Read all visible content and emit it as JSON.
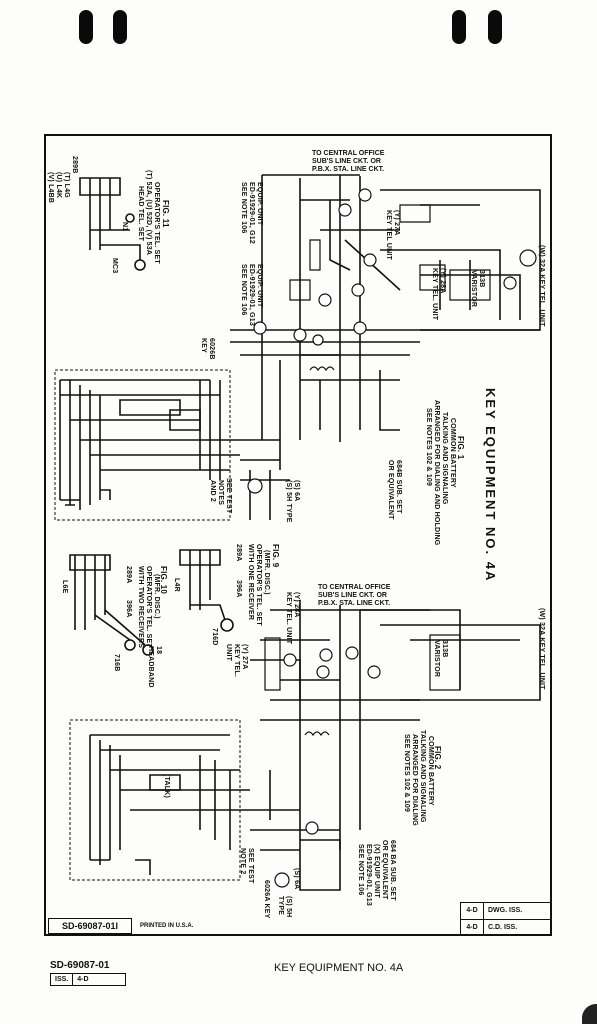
{
  "title": "KEY EQUIPMENT NO. 4A",
  "fig1": {
    "label": "FIG. 1",
    "desc": [
      "COMMON BATTERY",
      "TALKING AND SIGNALING",
      "ARRANGED FOR DIALING AND HOLDING",
      "SEE NOTES 102 & 109"
    ],
    "subset": [
      "684B SUB. SET",
      "OR EQUIVALENT"
    ],
    "to_co": [
      "TO CENTRAL OFFICE",
      "SUB'S LINE CKT. OR",
      "P.B.X. STA. LINE CKT."
    ],
    "equip_unit_1": [
      "EQUIP. UNIT",
      "ED-91929-01, G12",
      "SEE NOTE 106"
    ],
    "equip_unit_2": [
      "EQUIP. UNIT",
      "ED-91929-01, G13",
      "SEE NOTE 106"
    ],
    "key_6026b": [
      "6026B",
      "KEY"
    ],
    "key_6a": [
      "(S) 6A",
      "(S) 5H TYPE"
    ],
    "see_test": [
      "SEE TEST",
      "NOTES",
      "AND 2"
    ],
    "key_tel_32a": "(W) 32A KEY TEL. UNIT",
    "key_tel_28a": [
      "(Y) 28A",
      "KEY TEL. UNIT"
    ],
    "key_tel_27a": [
      "(Y) 27A",
      "KEY TEL UNIT"
    ],
    "varistor": [
      "313B",
      "VARISTOR"
    ]
  },
  "fig2": {
    "label": "FIG. 2",
    "desc": [
      "COMMON BATTERY",
      "TALKING AND SIGNALING",
      "ARRANGED FOR DIALING",
      "SEE NOTES 102 & 109"
    ],
    "subset": [
      "684 BA SUB. SET",
      "OR EQUIVALENT"
    ],
    "equip_unit": [
      "(X) EQUIP UNIT",
      "ED-91929-01, G13",
      "SEE NOTE 106"
    ],
    "to_co": [
      "TO CENTRAL OFFICE",
      "SUB'S LINE CKT. OR",
      "P.B.X. STA. LINE CKT."
    ],
    "key_tel_32a": "(W) 32A KEY TEL. UNIT",
    "key_tel_28a": [
      "(Y) 28A",
      "KEY TEL. UNIT"
    ],
    "key_tel_27a": [
      "(Y) 27A",
      "KEY TEL.",
      "UNIT"
    ],
    "varistor": [
      "313B",
      "VARISTOR"
    ],
    "key_6026a": "6026A KEY",
    "key_6a": [
      "(S) 6A",
      "(S) 5H",
      "TYPE"
    ],
    "see_test": [
      "SEE TEST",
      "NOTE 2"
    ],
    "talk": "(TALK)"
  },
  "fig9": {
    "label": "FIG. 9",
    "sub": [
      "(MFR. DISC.)",
      "OPERATOR'S TEL. SET",
      "WITH ONE RECEIVER"
    ],
    "parts": [
      "289A",
      "396A",
      "716D",
      "L4R"
    ]
  },
  "fig10": {
    "label": "FIG. 10",
    "sub": [
      "(MFR. DISC.)",
      "OPERATOR'S TEL. SET",
      "WITH TWO RECEIVERS"
    ],
    "parts": [
      "289A",
      "396A",
      "716B",
      "L6E",
      "18",
      "HEADBAND"
    ]
  },
  "fig11": {
    "label": "FIG. 11",
    "sub": [
      "OPERATOR'S TEL. SET",
      "(T) 52A, (U) 52D, (V) 53A",
      "HEAD TEL. SET"
    ],
    "parts": [
      "289B",
      "(T) L4G",
      "(U) L4K",
      "(V) L4BB",
      "N1",
      "MC3"
    ]
  },
  "drawing_table": [
    {
      "issue": "4-D",
      "label": "DWG. ISS."
    },
    {
      "issue": "4-D",
      "label": "C.D. ISS."
    }
  ],
  "sheet_number": "SD-69087-01I",
  "printed": "PRINTED IN U.S.A.",
  "footer": {
    "number": "SD-69087-01",
    "iss_label": "ISS.",
    "iss_value": "4-D",
    "title": "KEY EQUIPMENT NO. 4A"
  }
}
